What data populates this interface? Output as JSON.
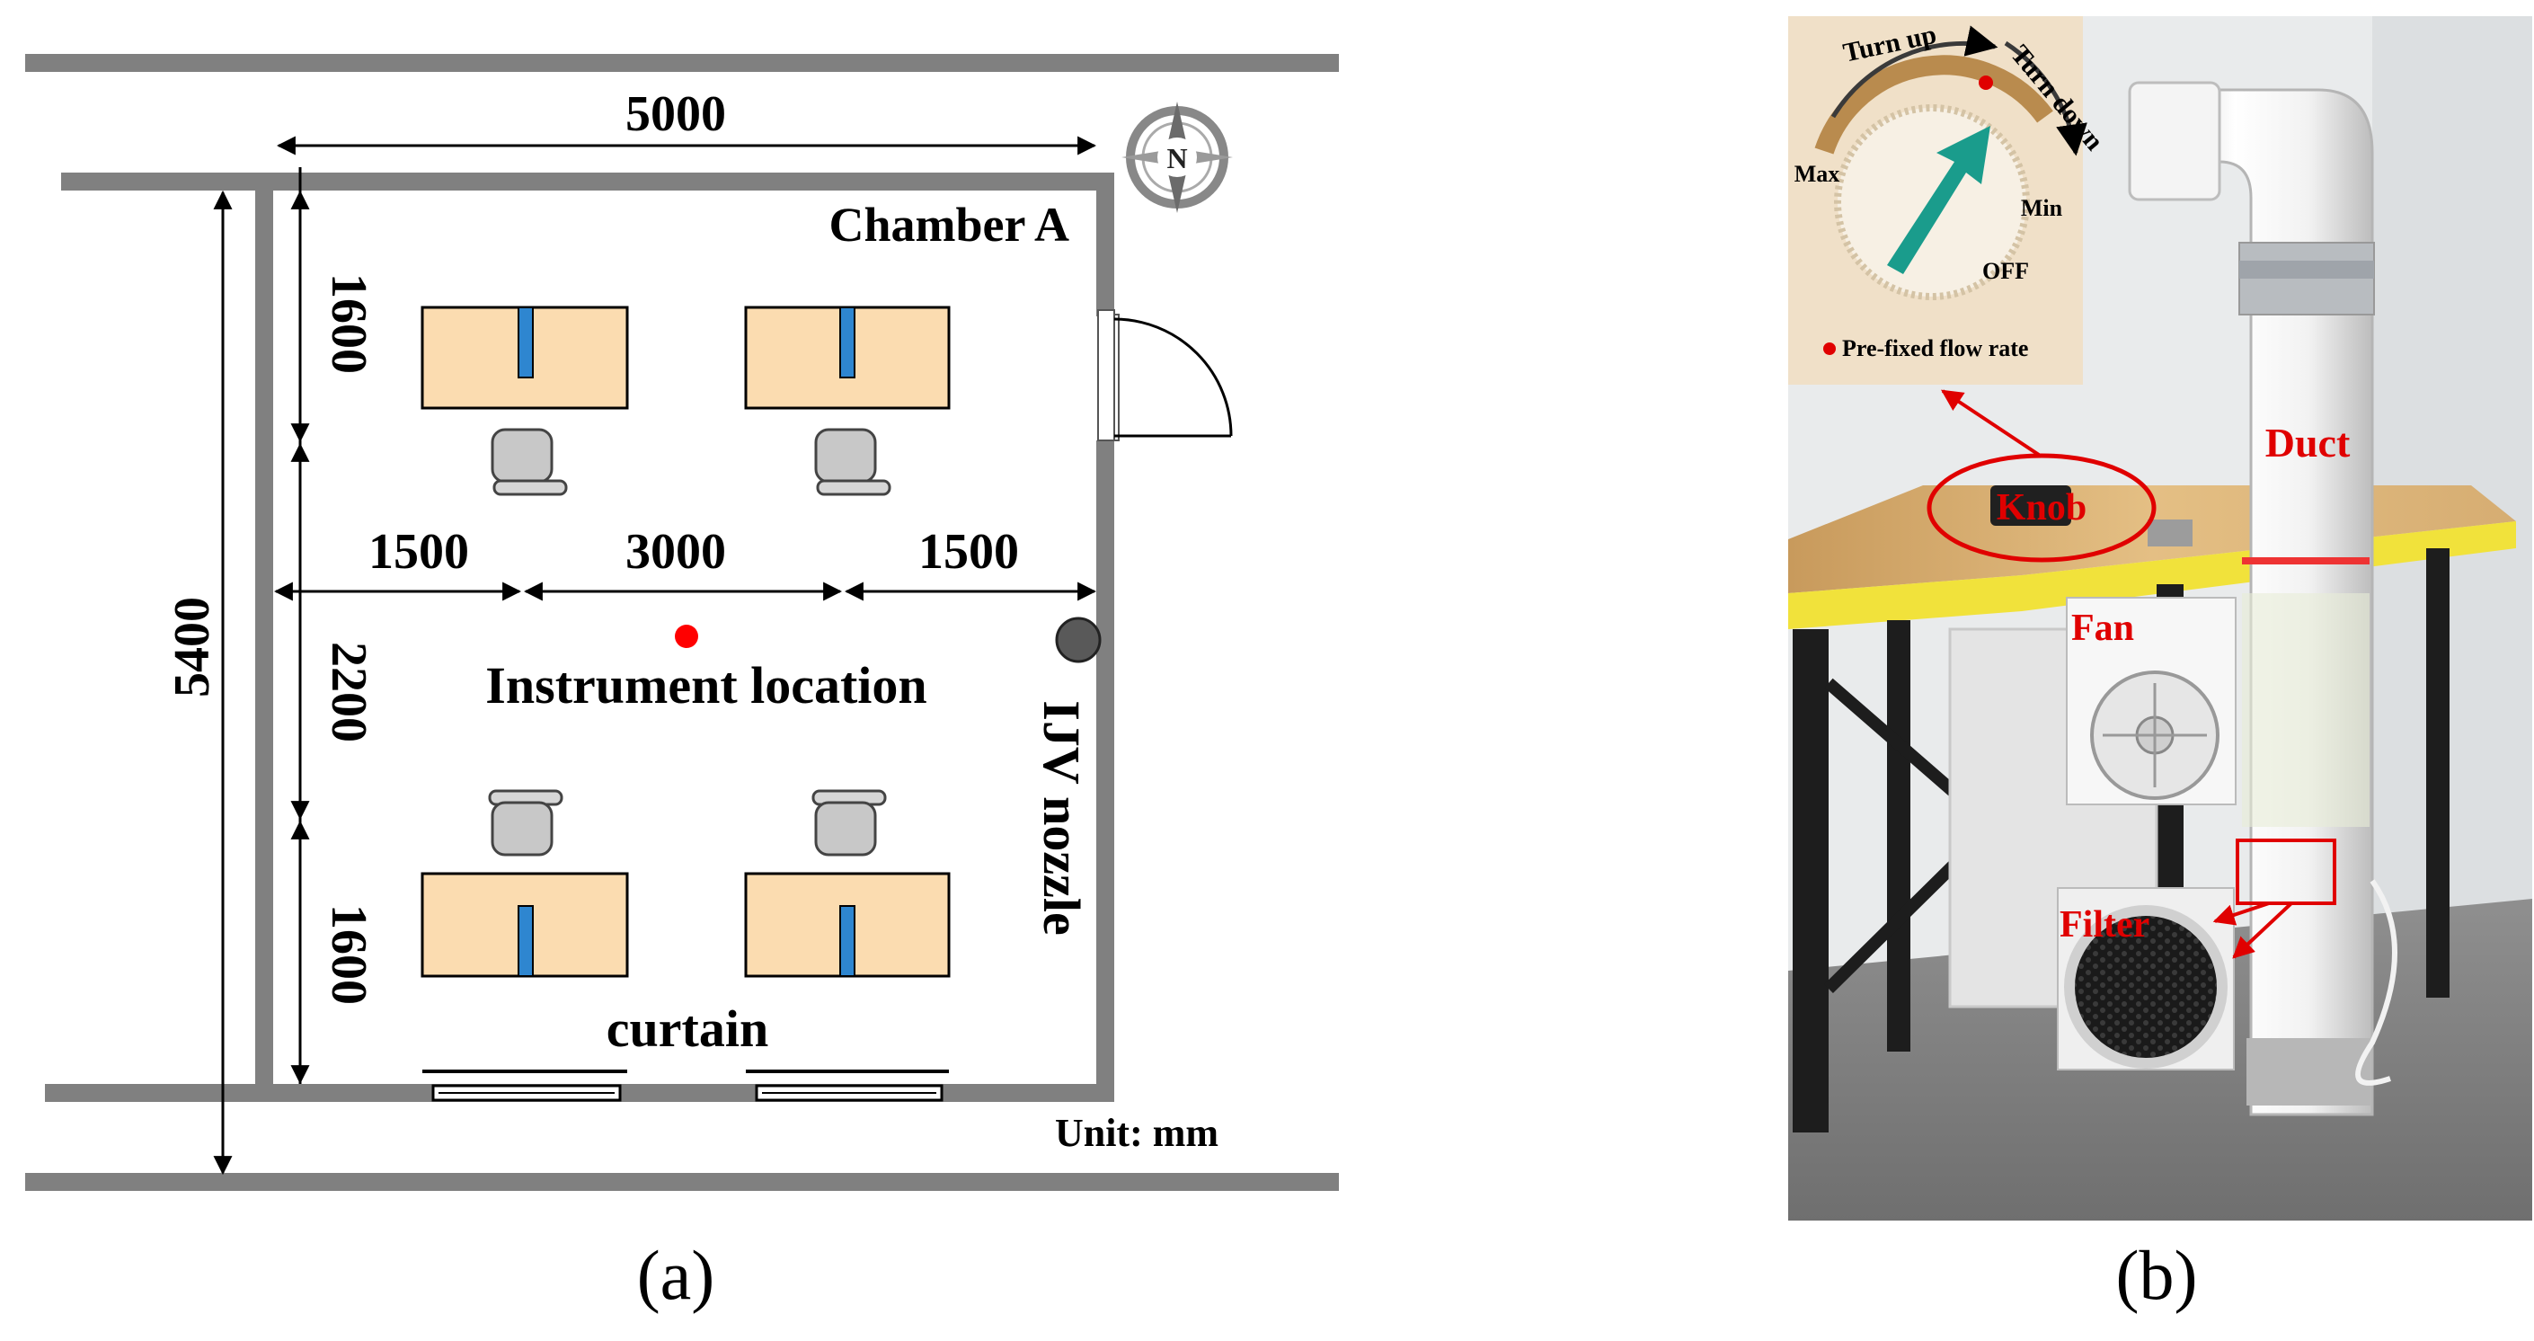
{
  "panel_a": {
    "chamber_label": "Chamber A",
    "dim_width_total": "5000",
    "dim_height_total": "5400",
    "dim_left_upper": "1600",
    "dim_left_middle": "2200",
    "dim_left_lower": "1600",
    "dim_mid_left": "1500",
    "dim_mid_center": "3000",
    "dim_mid_right": "1500",
    "instrument_label": "Instrument location",
    "nozzle_label": "IJV nozzle",
    "curtain_label": "curtain",
    "unit_label": "Unit: mm",
    "compass_letter": "N",
    "caption": "(a)"
  },
  "panel_b": {
    "knob_turn_up": "Turn up",
    "knob_turn_down": "Turn down",
    "knob_max": "Max",
    "knob_min": "Min",
    "knob_off": "OFF",
    "knob_legend": "Pre-fixed flow rate",
    "label_knob": "Knob",
    "label_duct": "Duct",
    "label_fan": "Fan",
    "label_filter": "Filter",
    "caption": "(b)"
  },
  "colors": {
    "wall": "#808080",
    "desk": "#fbdcb0",
    "desk_divider": "#2e86d0",
    "chair": "#c8c8c8",
    "instrument_dot": "#ff0000",
    "nozzle": "#595959",
    "annotation_red": "#e00000",
    "knob_arrow": "#1a9c8c",
    "knob_arc": "#b98b4e",
    "knob_bg": "#f0e0c8"
  }
}
